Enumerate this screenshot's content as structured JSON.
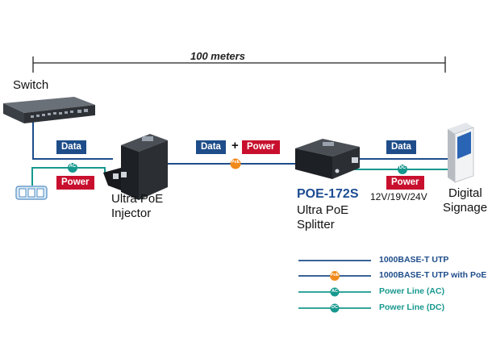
{
  "distance": {
    "label": "100 meters"
  },
  "devices": {
    "switch": {
      "name": "Switch"
    },
    "injector": {
      "name_line1": "Ultra PoE",
      "name_line2": "Injector"
    },
    "splitter": {
      "model": "POE-172S",
      "name_line1": "Ultra PoE",
      "name_line2": "Splitter",
      "voltage": "12V/19V/24V"
    },
    "signage": {
      "name_line1": "Digital",
      "name_line2": "Signage"
    }
  },
  "tags": {
    "data_left": "Data",
    "power_left": "Power",
    "data_mid": "Data",
    "plus": "+",
    "power_mid": "Power",
    "data_right": "Data",
    "power_right": "Power"
  },
  "badges": {
    "ac": "AC",
    "poe": "PoE",
    "dc": "DC"
  },
  "legend": [
    {
      "label": "1000BASE-T UTP",
      "color": "#1e4d8a",
      "marker": ""
    },
    {
      "label": "1000BASE-T UTP with PoE",
      "color": "#1e4d8a",
      "marker": "PoE"
    },
    {
      "label": "Power Line (AC)",
      "color": "#17988e",
      "marker": "AC"
    },
    {
      "label": "Power Line (DC)",
      "color": "#17988e",
      "marker": "DC"
    }
  ],
  "colors": {
    "data_line": "#1e4d8a",
    "power_line": "#17988e",
    "poe_badge": "#f08a1c",
    "power_tag": "#c8102e",
    "data_tag": "#1e4d8a"
  }
}
